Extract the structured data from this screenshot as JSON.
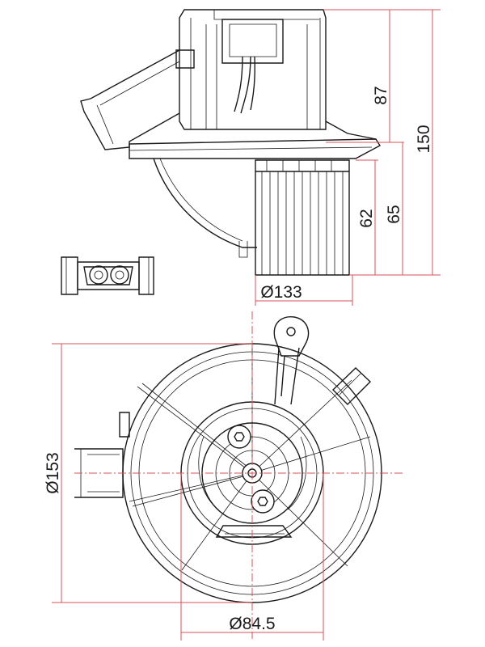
{
  "dimensions": {
    "height_motor": "87",
    "height_total": "150",
    "height_wheel": "62",
    "height_wheel_flange": "65",
    "dia_wheel": "Ø133",
    "dia_housing": "Ø153",
    "dia_inner": "Ø84.5"
  },
  "colors": {
    "dimension_line": "#d9535a",
    "outline": "#1a1a1a",
    "background": "#ffffff"
  }
}
